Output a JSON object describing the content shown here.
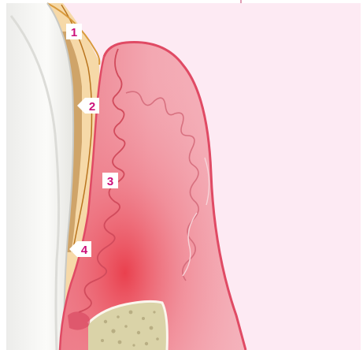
{
  "colors": {
    "panel": "#fdeaf3",
    "gingiva_fill": "#f0a0aa",
    "gingiva_outline": "#e04a64",
    "enamel": "#f4f4f1",
    "enamel_edge": "#c9c9c4",
    "dentin_cementum": "#f6d9a8",
    "junctional_band": "#c89a5e",
    "bone": "#dad3a8",
    "label_text": "#cc0f7a"
  },
  "labels": [
    {
      "id": "1",
      "text": "1"
    },
    {
      "id": "2",
      "text": "2"
    },
    {
      "id": "3",
      "text": "3"
    },
    {
      "id": "4",
      "text": "4"
    }
  ]
}
